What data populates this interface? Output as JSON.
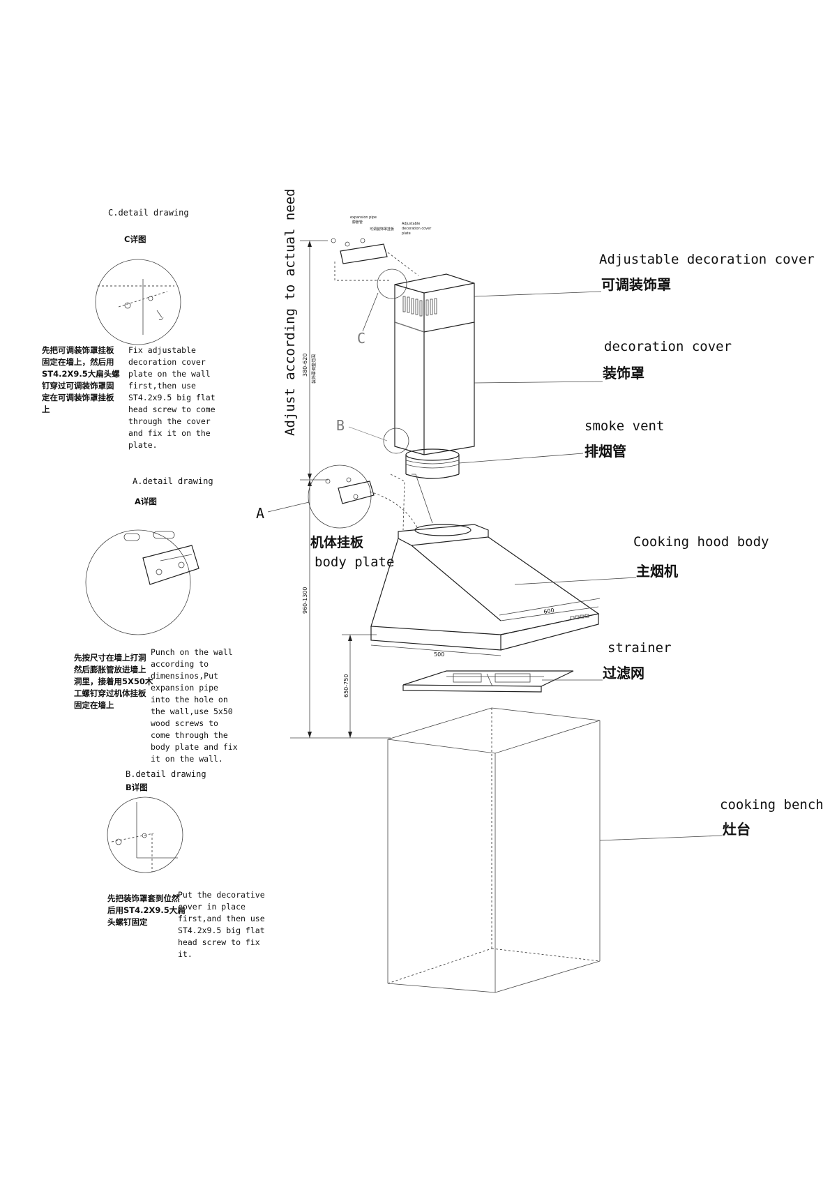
{
  "labels": {
    "adjustable_cover_en": "Adjustable decoration cover",
    "adjustable_cover_cn": "可调装饰罩",
    "decoration_cover_en": "decoration cover",
    "decoration_cover_cn": "装饰罩",
    "smoke_vent_en": "smoke vent",
    "smoke_vent_cn": "排烟管",
    "cooking_hood_en": "Cooking hood body",
    "cooking_hood_cn": "主烟机",
    "strainer_en": "strainer",
    "strainer_cn": "过滤网",
    "cooking_bench_en": "cooking bench",
    "cooking_bench_cn": "灶台",
    "body_plate_cn": "机体挂板",
    "body_plate_en": "body plate",
    "adjust_vertical": "Adjust according to actual need",
    "callout_a": "A",
    "callout_b": "B",
    "callout_c": "C",
    "top_expansion_pipe": "expansion pipe",
    "top_expansion_pipe_cn": "膨胀管",
    "top_adj_plate_cn": "可调装饰罩挂板",
    "top_adj_plate_en_1": "Adjustable",
    "top_adj_plate_en_2": "decoration cover",
    "top_adj_plate_en_3": "plate"
  },
  "dimensions": {
    "cover_range": "380-620",
    "cover_range_cn": "装饰罩调整范围",
    "total_range": "960-1300",
    "bench_gap": "650-750",
    "width_600": "600",
    "width_500": "500"
  },
  "details": {
    "c": {
      "title_en": "C.detail drawing",
      "title_cn": "C详图",
      "cn_lines": [
        "先把可调装饰罩挂板",
        "固定在墙上，然后用",
        "ST4.2X9.5大扁头螺",
        "钉穿过可调装饰罩固",
        "定在可调装饰罩挂板",
        "上"
      ],
      "en_lines": [
        "Fix adjustable",
        "decoration cover",
        "plate on the wall",
        "first,then use",
        "ST4.2x9.5 big flat",
        "head screw to come",
        "through the cover",
        "and fix it on the",
        "plate."
      ]
    },
    "a": {
      "title_en": "A.detail drawing",
      "title_cn": "A详图",
      "cn_lines": [
        "先按尺寸在墙上打洞",
        "然后膨胀管放进墙上",
        "洞里，接着用5X50木",
        "工螺钉穿过机体挂板",
        "固定在墙上"
      ],
      "en_lines": [
        "Punch on the wall",
        "according to",
        "dimensinos,Put",
        "expansion pipe",
        "into the hole on",
        "the wall,use 5x50",
        "wood screws to",
        "come through the",
        "body plate and fix",
        "it on the wall."
      ]
    },
    "b": {
      "title_en": "B.detail drawing",
      "title_cn": "B详图",
      "cn_lines": [
        "先把装饰罩套到位然",
        "后用ST4.2X9.5大扁",
        "头螺钉固定"
      ],
      "en_lines": [
        "Put the decorative",
        "cover in place",
        "first,and then use",
        "ST4.2x9.5 big flat",
        "head screw to fix",
        "it."
      ]
    }
  }
}
